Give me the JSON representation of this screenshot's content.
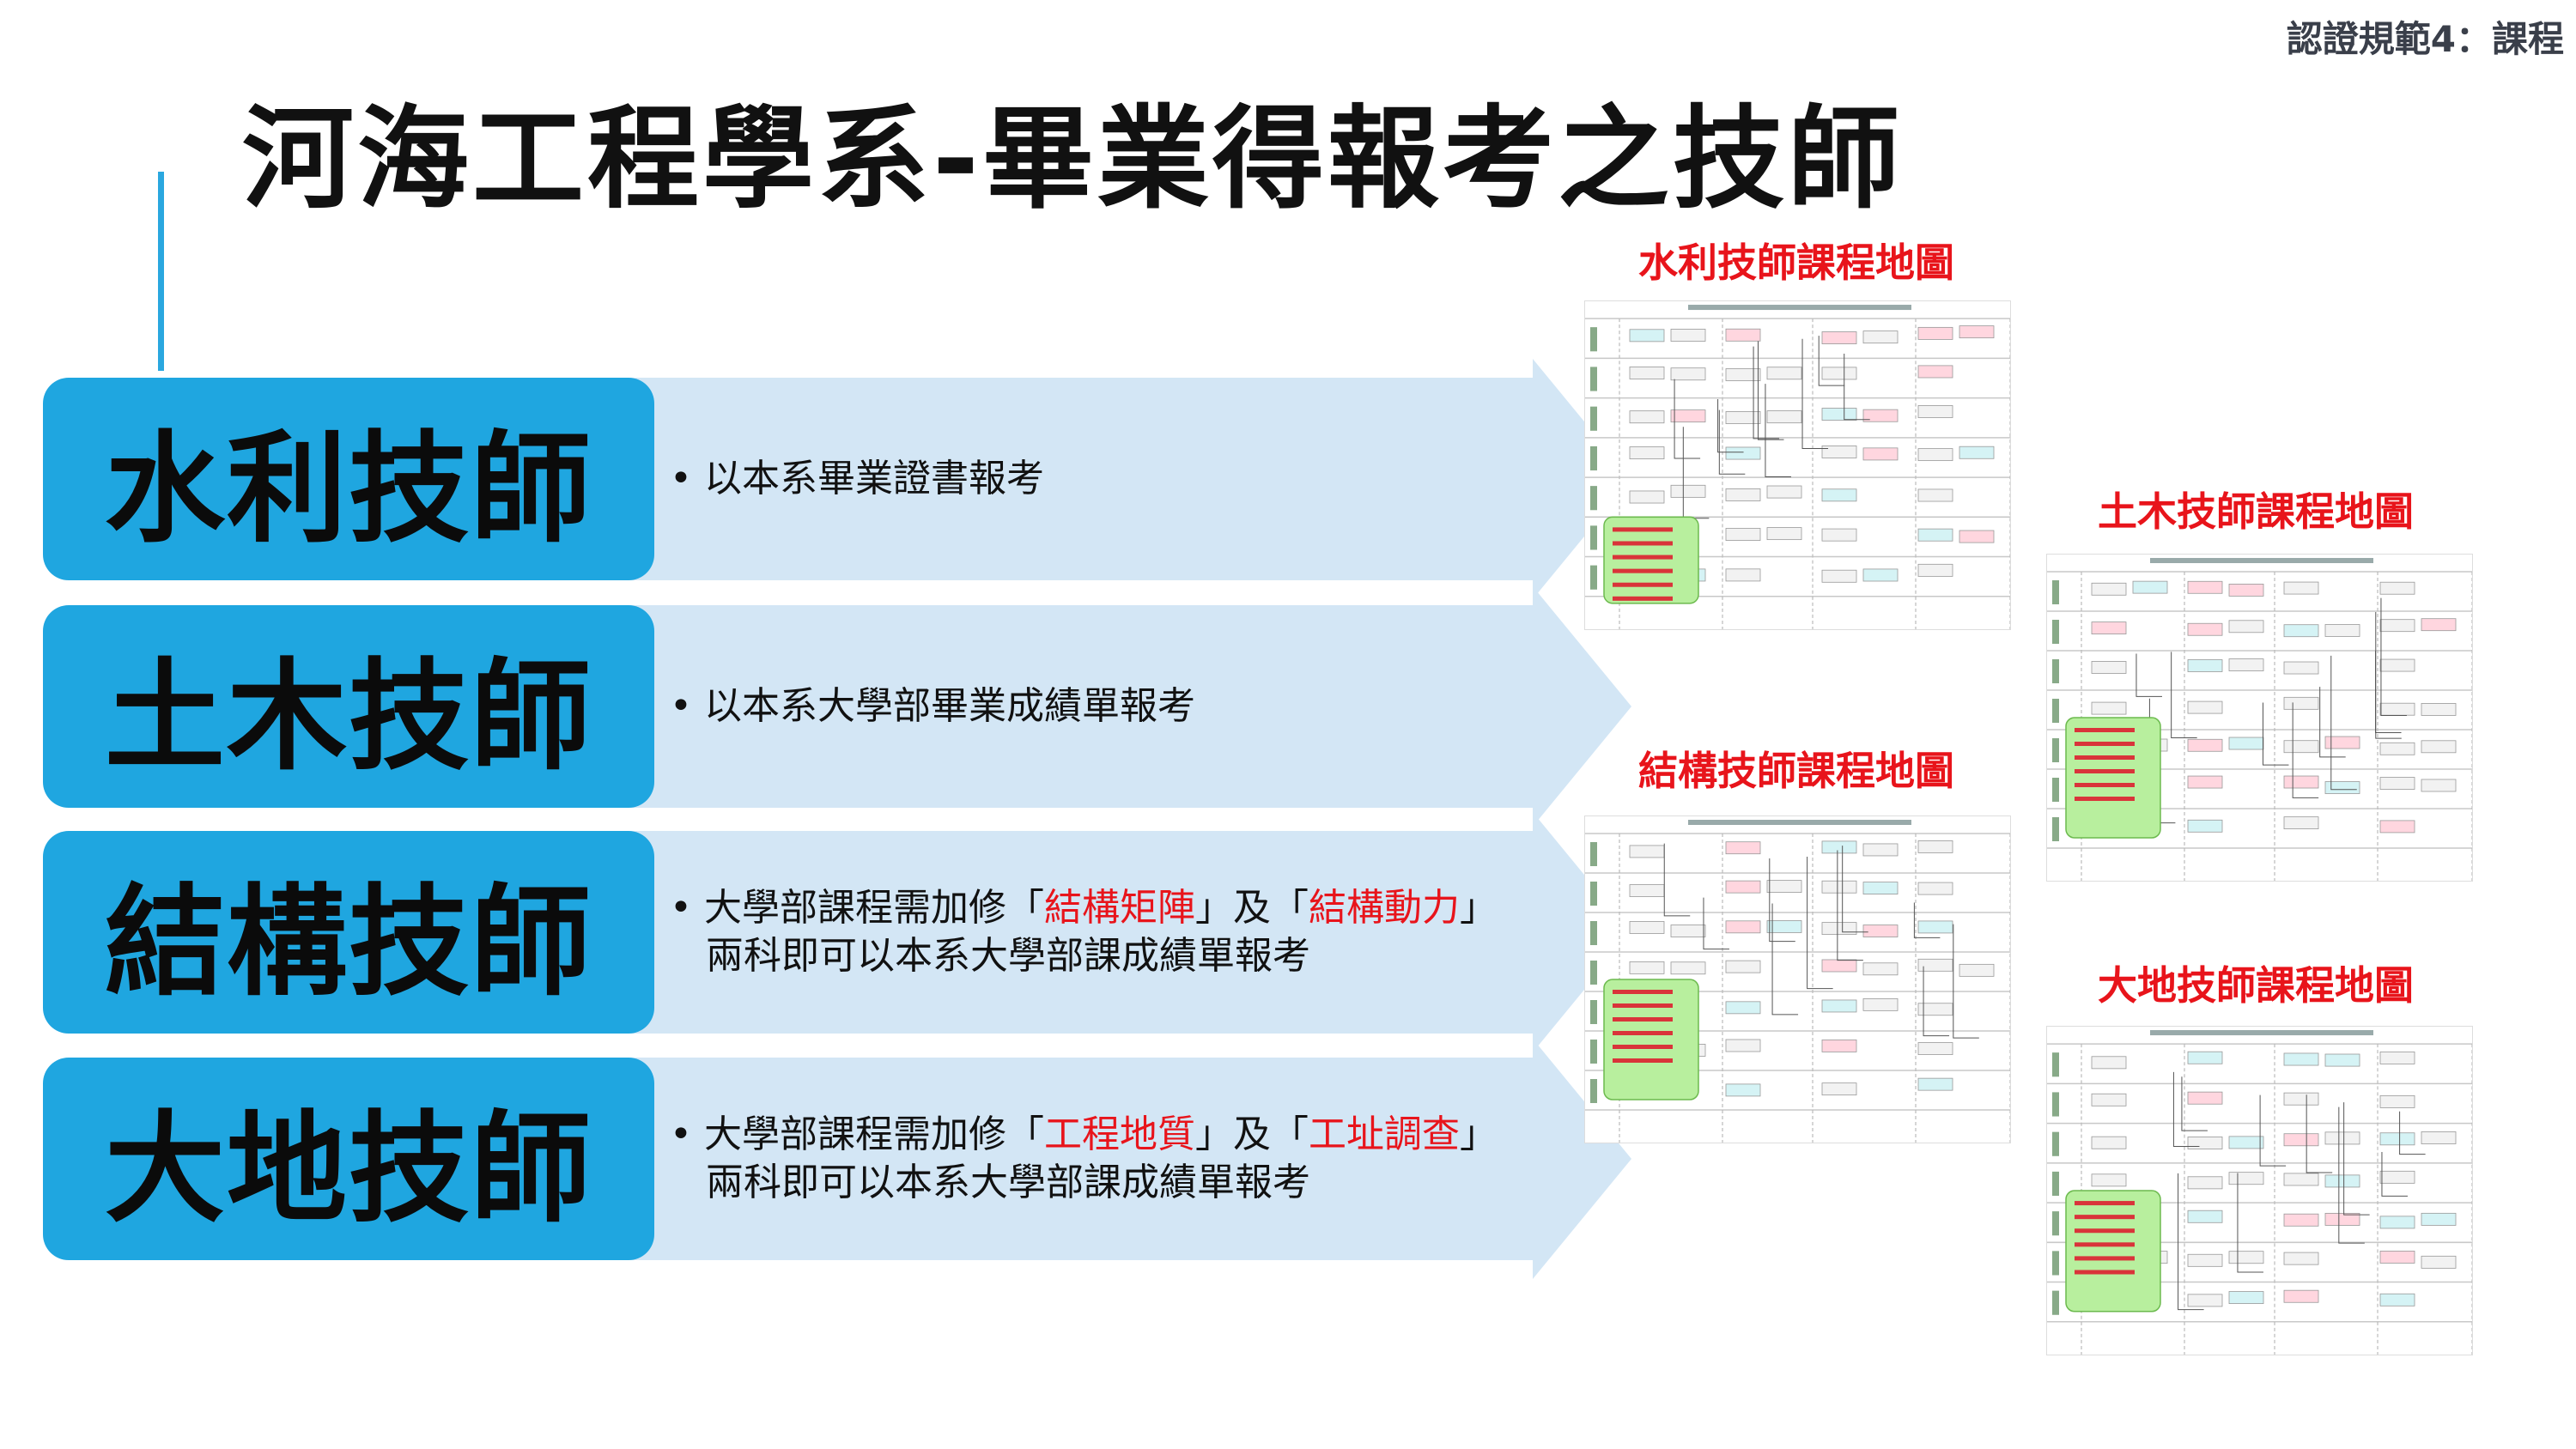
{
  "corner_label": "認證規範4：課程",
  "title": "河海工程學系-畢業得報考之技師",
  "rows": [
    {
      "name": "水利技師",
      "bullet": "•",
      "text_before": "以本系畢業證書報考",
      "line2": ""
    },
    {
      "name": "土木技師",
      "bullet": "•",
      "text_before": "以本系大學部畢業成績單報考",
      "line2": ""
    },
    {
      "name": "結構技師",
      "bullet": "•",
      "text_before": "大學部課程需加修「",
      "hl1": "結構矩陣",
      "mid": "」及「",
      "hl2": "結構動力",
      "after": "」",
      "line2": "兩科即可以本系大學部課成績單報考"
    },
    {
      "name": "大地技師",
      "bullet": "•",
      "text_before": "大學部課程需加修「",
      "hl1": "工程地質",
      "mid": "」及「",
      "hl2": "工址調查",
      "after": "」",
      "line2": "兩科即可以本系大學部課成績單報考"
    }
  ],
  "maps": [
    {
      "title": "水利技師課程地圖"
    },
    {
      "title": "土木技師課程地圖"
    },
    {
      "title": "結構技師課程地圖"
    },
    {
      "title": "大地技師課程地圖"
    }
  ],
  "colors": {
    "badge": "#1fa6e0",
    "arrow": "#d3e6f5",
    "highlight": "#e8141b",
    "accent_line": "#2aa7df"
  }
}
